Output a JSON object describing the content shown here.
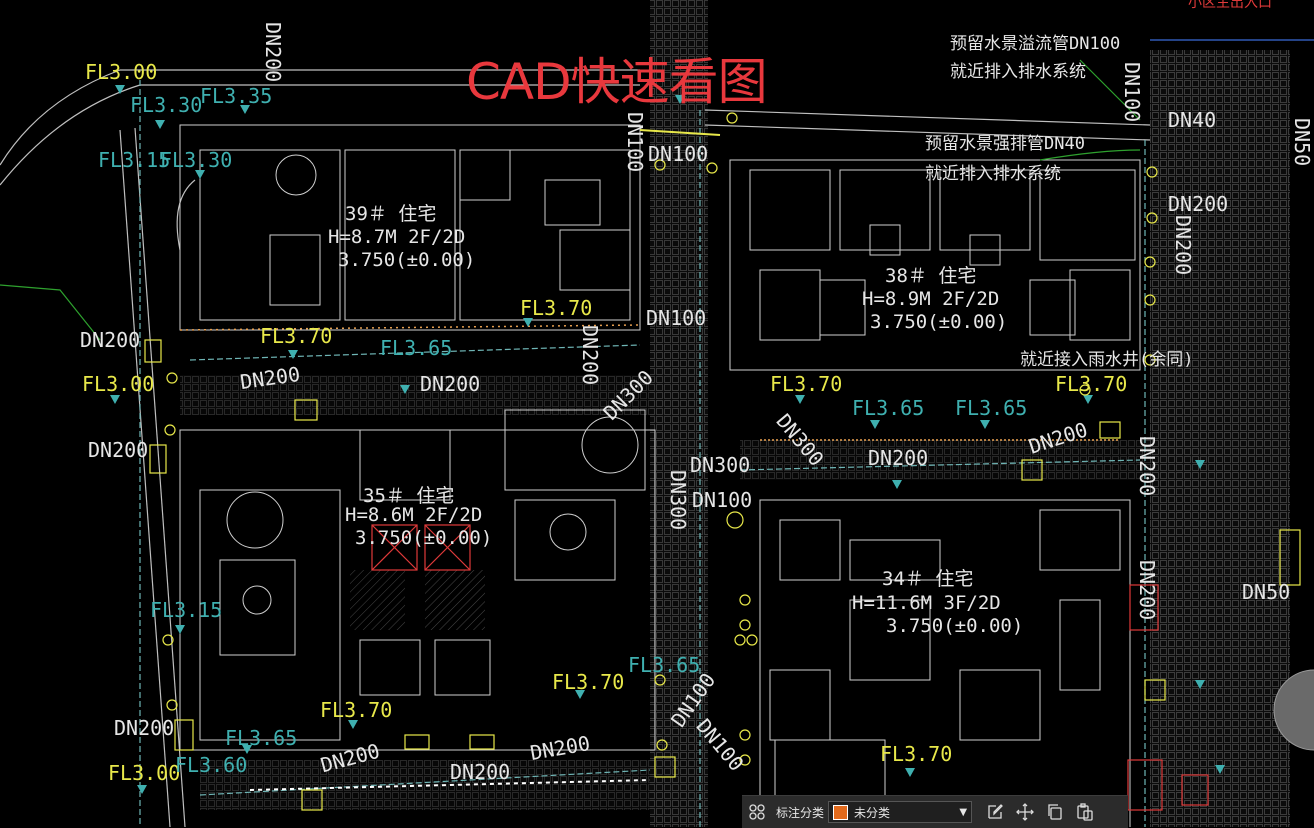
{
  "app": {
    "watermark": "CAD快速看图"
  },
  "buildings": [
    {
      "number": "39＃ 住宅",
      "height": "H=8.7M 2F/2D",
      "level": "3.750(±0.00)"
    },
    {
      "number": "38＃ 住宅",
      "height": "H=8.9M 2F/2D",
      "level": "3.750(±0.00)"
    },
    {
      "number": "35＃ 住宅",
      "height": "H=8.6M 2F/2D",
      "level": "3.750(±0.00)"
    },
    {
      "number": "34＃ 住宅",
      "height": "H=11.6M 3F/2D",
      "level": "3.750(±0.00)"
    }
  ],
  "notes": {
    "overflow_pipe": "预留水景溢流管DN100",
    "overflow_drain": "就近排入排水系统",
    "drain_pipe": "预留水景强排管DN40",
    "drain_drain": "就近排入排水系统",
    "rain_well": "就近接入雨水井(余同)",
    "top_right": "小区主出入口"
  },
  "pipes": {
    "dn200": "DN200",
    "dn100": "DN100",
    "dn300": "DN300",
    "dn40": "DN40",
    "dn50": "DN50"
  },
  "levels": {
    "fl300": "FL3.00",
    "fl330": "FL3.30",
    "fl335": "FL3.35",
    "fl315": "FL3.15",
    "fl370": "FL3.70",
    "fl365": "FL3.65",
    "fl360": "FL3.60"
  },
  "toolbar": {
    "label": "标注分类",
    "category_value": "未分类",
    "category_color": "#e26a1c"
  }
}
